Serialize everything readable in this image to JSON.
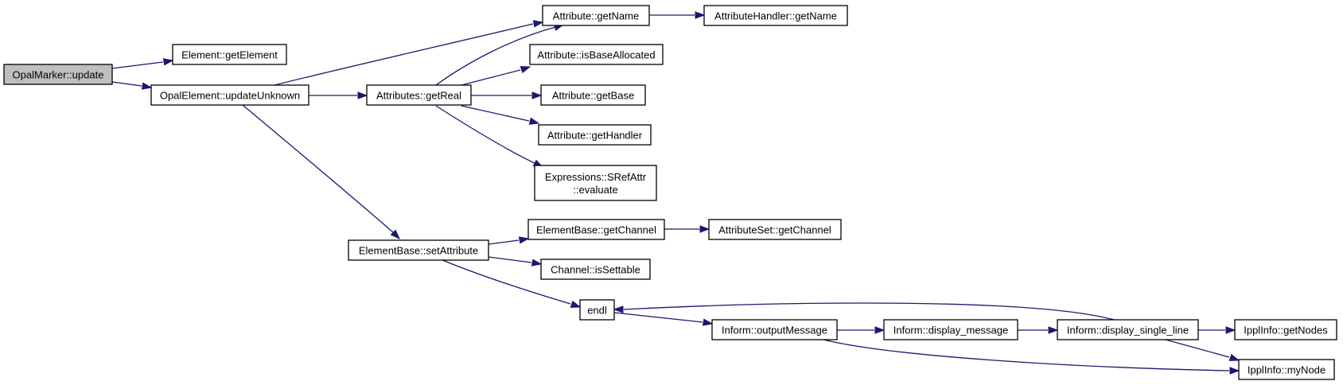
{
  "graph": {
    "nodes": [
      {
        "id": "opalmarker_update",
        "lines": [
          "OpalMarker::update"
        ],
        "root": true
      },
      {
        "id": "element_getelement",
        "lines": [
          "Element::getElement"
        ]
      },
      {
        "id": "opalelement_updateunknown",
        "lines": [
          "OpalElement::updateUnknown"
        ]
      },
      {
        "id": "attributes_getreal",
        "lines": [
          "Attributes::getReal"
        ]
      },
      {
        "id": "attribute_getname",
        "lines": [
          "Attribute::getName"
        ]
      },
      {
        "id": "attributehandler_getname",
        "lines": [
          "AttributeHandler::getName"
        ]
      },
      {
        "id": "attribute_isbaseallocated",
        "lines": [
          "Attribute::isBaseAllocated"
        ]
      },
      {
        "id": "attribute_getbase",
        "lines": [
          "Attribute::getBase"
        ]
      },
      {
        "id": "attribute_gethandler",
        "lines": [
          "Attribute::getHandler"
        ]
      },
      {
        "id": "expressions_srefattr_evaluate",
        "lines": [
          "Expressions::SRefAttr",
          "::evaluate"
        ]
      },
      {
        "id": "elementbase_setattribute",
        "lines": [
          "ElementBase::setAttribute"
        ]
      },
      {
        "id": "elementbase_getchannel",
        "lines": [
          "ElementBase::getChannel"
        ]
      },
      {
        "id": "attributeset_getchannel",
        "lines": [
          "AttributeSet::getChannel"
        ]
      },
      {
        "id": "channel_issettable",
        "lines": [
          "Channel::isSettable"
        ]
      },
      {
        "id": "endl",
        "lines": [
          "endl"
        ]
      },
      {
        "id": "inform_outputmessage",
        "lines": [
          "Inform::outputMessage"
        ]
      },
      {
        "id": "inform_display_message",
        "lines": [
          "Inform::display_message"
        ]
      },
      {
        "id": "inform_display_single_line",
        "lines": [
          "Inform::display_single_line"
        ]
      },
      {
        "id": "ipplinfo_getnodes",
        "lines": [
          "IpplInfo::getNodes"
        ]
      },
      {
        "id": "ipplinfo_mynode",
        "lines": [
          "IpplInfo::myNode"
        ]
      }
    ],
    "edges": [
      {
        "from": "opalmarker_update",
        "to": "element_getelement"
      },
      {
        "from": "opalmarker_update",
        "to": "opalelement_updateunknown"
      },
      {
        "from": "opalelement_updateunknown",
        "to": "attribute_getname"
      },
      {
        "from": "opalelement_updateunknown",
        "to": "attributes_getreal"
      },
      {
        "from": "opalelement_updateunknown",
        "to": "elementbase_setattribute"
      },
      {
        "from": "attributes_getreal",
        "to": "attribute_getname"
      },
      {
        "from": "attributes_getreal",
        "to": "attribute_isbaseallocated"
      },
      {
        "from": "attributes_getreal",
        "to": "attribute_getbase"
      },
      {
        "from": "attributes_getreal",
        "to": "attribute_gethandler"
      },
      {
        "from": "attributes_getreal",
        "to": "expressions_srefattr_evaluate"
      },
      {
        "from": "attribute_getname",
        "to": "attributehandler_getname"
      },
      {
        "from": "elementbase_setattribute",
        "to": "elementbase_getchannel"
      },
      {
        "from": "elementbase_setattribute",
        "to": "channel_issettable"
      },
      {
        "from": "elementbase_setattribute",
        "to": "endl"
      },
      {
        "from": "elementbase_getchannel",
        "to": "attributeset_getchannel"
      },
      {
        "from": "endl",
        "to": "inform_outputmessage"
      },
      {
        "from": "inform_outputmessage",
        "to": "inform_display_message"
      },
      {
        "from": "inform_outputmessage",
        "to": "ipplinfo_mynode"
      },
      {
        "from": "inform_display_message",
        "to": "inform_display_single_line"
      },
      {
        "from": "inform_display_single_line",
        "to": "endl"
      },
      {
        "from": "inform_display_single_line",
        "to": "ipplinfo_getnodes"
      },
      {
        "from": "inform_display_single_line",
        "to": "ipplinfo_mynode"
      }
    ]
  }
}
